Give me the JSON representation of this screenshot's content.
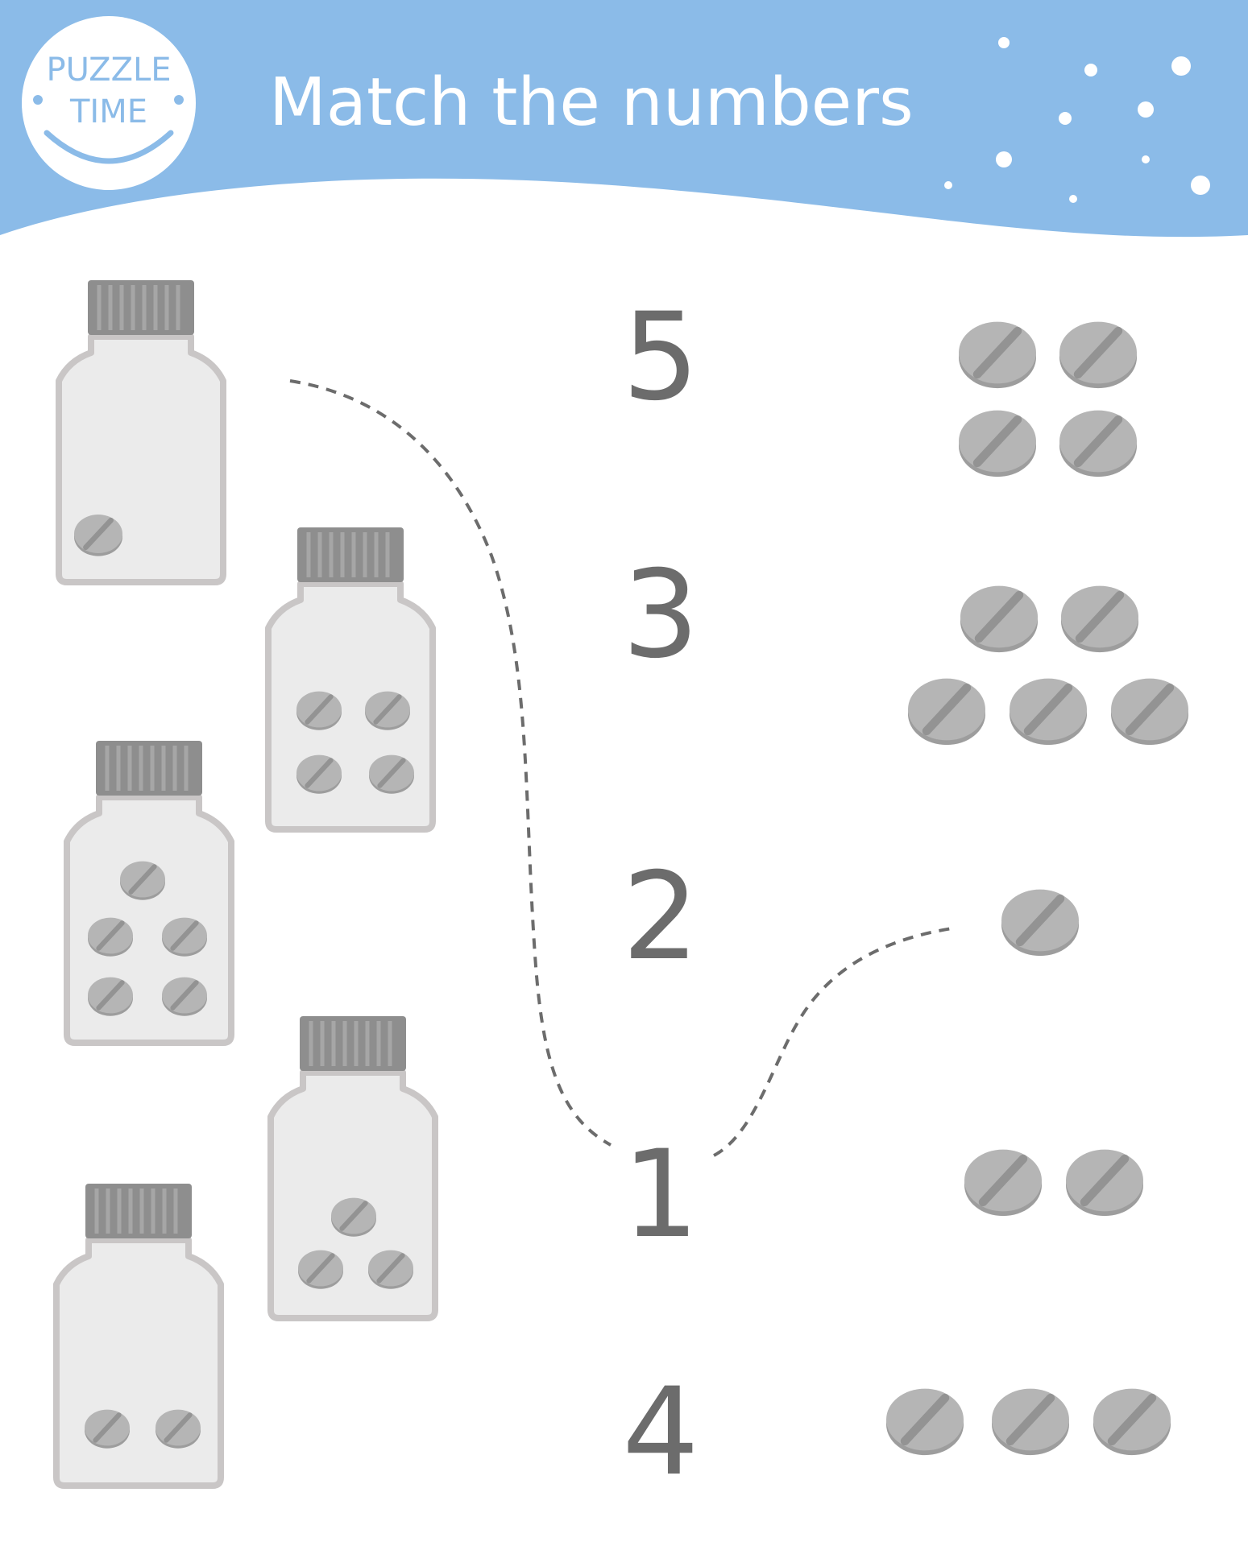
{
  "header": {
    "title": "Match the numbers",
    "logo_line1": "PUZZLE",
    "logo_line2": "TIME",
    "background_color": "#8bbbe8"
  },
  "numbers": [
    "5",
    "3",
    "2",
    "1",
    "4"
  ],
  "bottles": [
    {
      "pills": 1
    },
    {
      "pills": 4
    },
    {
      "pills": 5
    },
    {
      "pills": 3
    },
    {
      "pills": 2
    }
  ],
  "pill_groups": [
    {
      "pills": 4
    },
    {
      "pills": 5
    },
    {
      "pills": 1
    },
    {
      "pills": 2
    },
    {
      "pills": 3
    }
  ],
  "matches_shown": [
    {
      "bottle_pills": 1,
      "number": "1"
    },
    {
      "number": "1",
      "group_pills": 1
    }
  ],
  "colors": {
    "bottle_fill": "#ebebeb",
    "bottle_outline": "#c9c6c6",
    "cap": "#8e8e8e",
    "pill": "#b5b5b5",
    "pill_groove": "#8f8f8f",
    "number_color": "#6c6c6c",
    "dashed_line": "#6c6c6c"
  }
}
